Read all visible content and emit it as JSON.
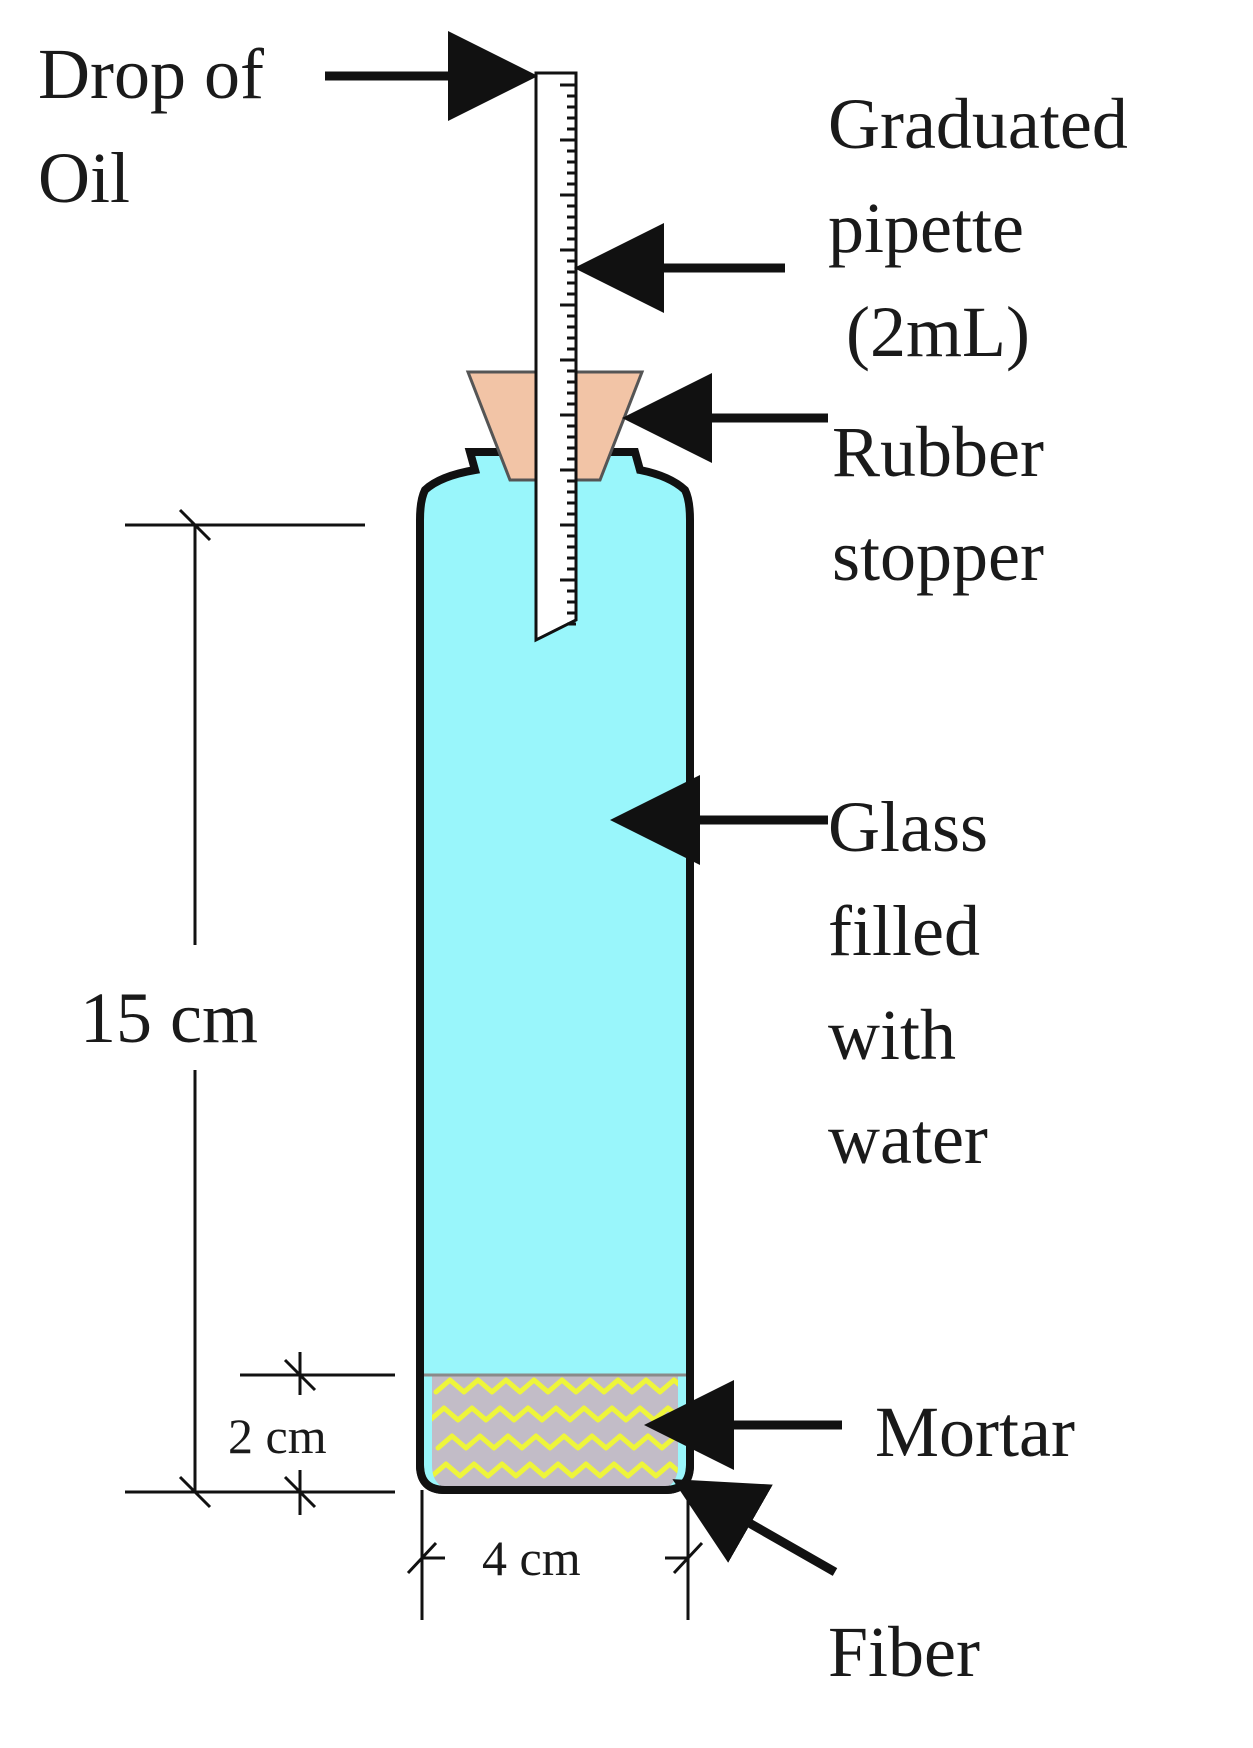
{
  "labels": {
    "drop_of_oil": "Drop of\nOil",
    "graduated_pipette": "Graduated\npipette\n (2mL)",
    "rubber_stopper": "Rubber\nstopper",
    "glass_filled": "Glass\nfilled\nwith\nwater",
    "mortar": "Mortar",
    "fiber": "Fiber",
    "dim_height": "15 cm",
    "dim_mortar": "2 cm",
    "dim_width": "4 cm"
  },
  "colors": {
    "water": "#99f6fb",
    "stopper": "#f2c4a6",
    "mortar_base": "#c2bcc7",
    "fiber": "#eef53a",
    "outline": "#111111",
    "pipette_fill": "#ffffff"
  }
}
